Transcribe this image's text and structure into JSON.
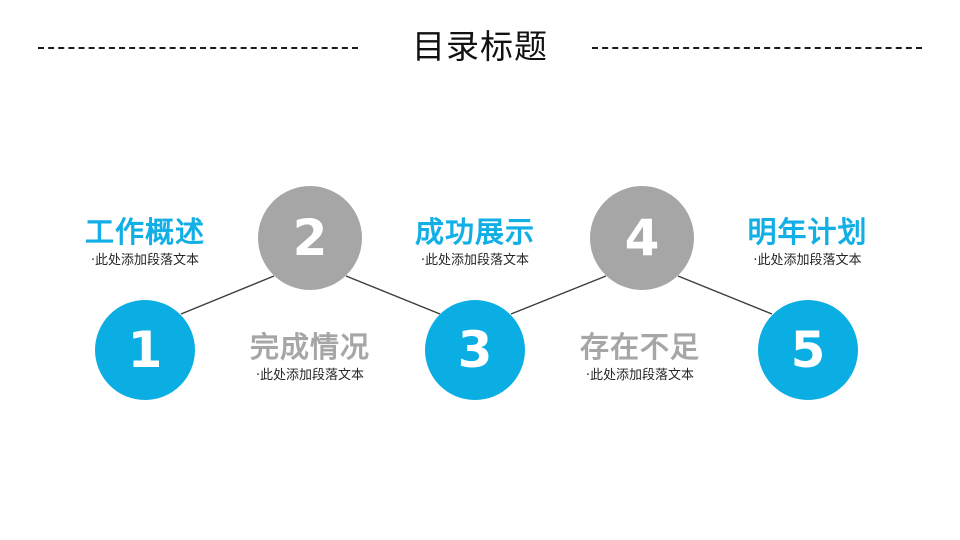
{
  "header": {
    "title": "目录标题",
    "rule_left_name": "dashed-rule-left",
    "rule_right_name": "dashed-rule-right"
  },
  "theme": {
    "blue": "#0aaee3",
    "gray": "#a6a6a6",
    "text_dark": "#262626",
    "background": "#ffffff"
  },
  "items": [
    {
      "number": "1",
      "heading": "工作概述",
      "subtitle": "·此处添加段落文本",
      "color": "blue",
      "position": "lower-circle-upper-text"
    },
    {
      "number": "2",
      "heading": "完成情况",
      "subtitle": "·此处添加段落文本",
      "color": "gray",
      "position": "upper-circle-lower-text"
    },
    {
      "number": "3",
      "heading": "成功展示",
      "subtitle": "·此处添加段落文本",
      "color": "blue",
      "position": "lower-circle-upper-text"
    },
    {
      "number": "4",
      "heading": "存在不足",
      "subtitle": "·此处添加段落文本",
      "color": "gray",
      "position": "upper-circle-lower-text"
    },
    {
      "number": "5",
      "heading": "明年计划",
      "subtitle": "·此处添加段落文本",
      "color": "blue",
      "position": "lower-circle-upper-text"
    }
  ]
}
